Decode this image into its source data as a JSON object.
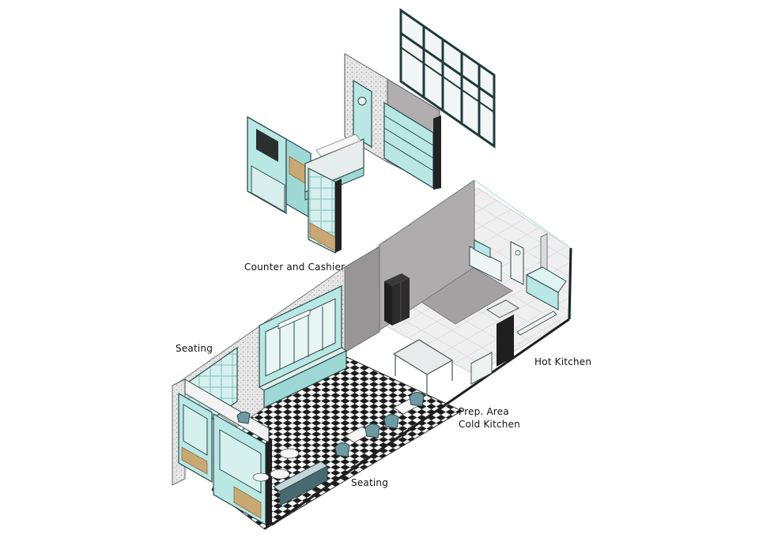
{
  "labels": {
    "counter": "Counter and Cashier",
    "seating_left": "Seating",
    "hot_kitchen": "Hot Kitchen",
    "prep_area": "Prep. Area",
    "cold_kitchen": "Cold Kitchen",
    "seating_bottom": "Seating"
  },
  "colors": {
    "mint": "#b9e7e4",
    "mint_dark": "#8fcfcb",
    "outline": "#2b4a4a",
    "wall_grey": "#a8a6a6",
    "wall_grey_dark": "#8d8b8b",
    "floor_light": "#eeeeee",
    "wood": "#c9a874",
    "black": "#1e1e1e",
    "steel": "#d9dcde"
  }
}
